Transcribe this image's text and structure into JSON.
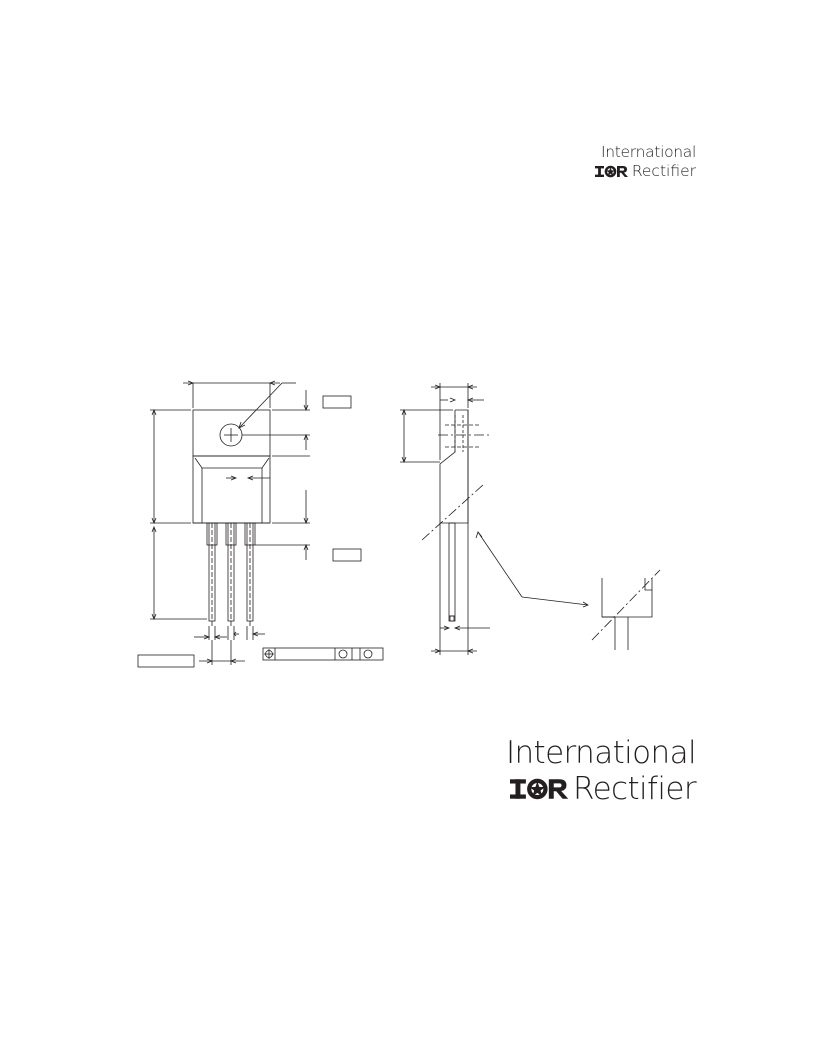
{
  "brand": {
    "line1": "International",
    "line2": "Rectifier",
    "mark_icon": "ior-logo-icon",
    "mark_text": "IOR"
  },
  "figure": {
    "icon": "to-220ab-package-outline-drawing"
  },
  "colors": {
    "ink": "#231f20",
    "background": "#ffffff"
  }
}
